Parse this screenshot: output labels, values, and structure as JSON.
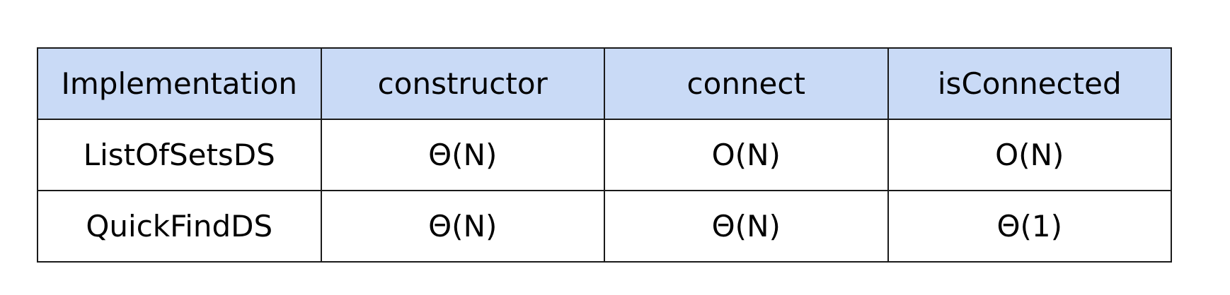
{
  "table": {
    "headers": [
      "Implementation",
      "constructor",
      "connect",
      "isConnected"
    ],
    "rows": [
      [
        "ListOfSetsDS",
        "Θ(N)",
        "O(N)",
        "O(N)"
      ],
      [
        "QuickFindDS",
        "Θ(N)",
        "Θ(N)",
        "Θ(1)"
      ]
    ]
  },
  "colors": {
    "header_background": "#c9daf6",
    "border": "#1a1a1a",
    "text": "#000000"
  }
}
